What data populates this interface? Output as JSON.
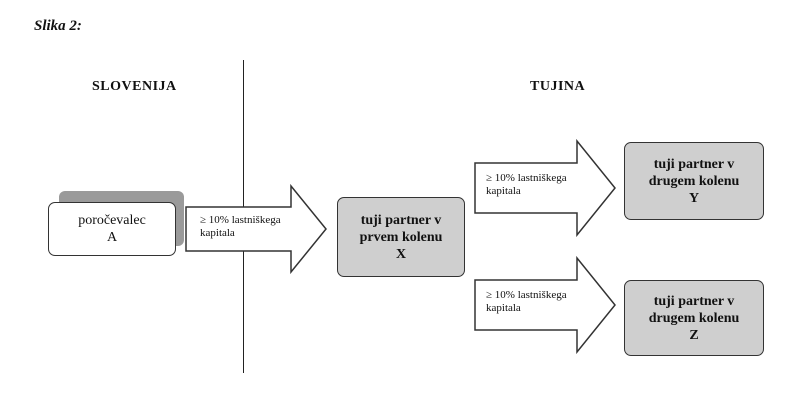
{
  "caption": "Slika 2:",
  "regions": {
    "left": "SLOVENIJA",
    "right": "TUJINA"
  },
  "nodes": {
    "a": {
      "line1": "poročevalec",
      "line2": "A"
    },
    "x": {
      "line1": "tuji partner v",
      "line2": "prvem kolenu",
      "line3": "X"
    },
    "y": {
      "line1": "tuji partner v",
      "line2": "drugem kolenu",
      "line3": "Y"
    },
    "z": {
      "line1": "tuji partner v",
      "line2": "drugem kolenu",
      "line3": "Z"
    }
  },
  "edges": [
    {
      "from": "A",
      "to": "X",
      "line1": "≥ 10%  lastniškega",
      "line2": "kapitala"
    },
    {
      "from": "X",
      "to": "Y",
      "line1": "≥ 10% lastniškega",
      "line2": "kapitala"
    },
    {
      "from": "X",
      "to": "Z",
      "line1": "≥ 10% lastniškega",
      "line2": "kapitala"
    }
  ],
  "colors": {
    "node_fill": "#cfcfcf",
    "shadow": "#9a9a9a",
    "border": "#333333"
  }
}
